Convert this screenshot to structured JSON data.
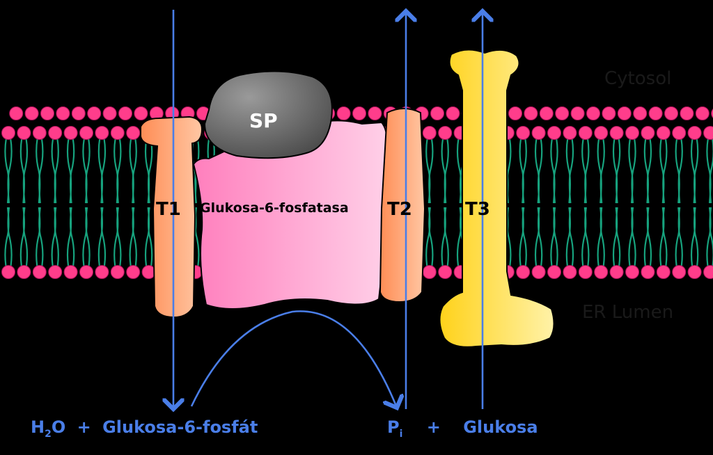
{
  "labels": {
    "sp": "SP",
    "enzyme": "Glukosa-6-fosfatasa",
    "t1": "T1",
    "t2": "T2",
    "t3": "T3",
    "cytosol": "Cytosol",
    "er_lumen": "ER Lumen"
  },
  "equation": {
    "h": "H",
    "h_sub": "2",
    "o": "O",
    "plus1": "+",
    "substrate": "Glukosa-6-fosfát",
    "p": "P",
    "p_sub": "i",
    "plus2": "+",
    "product": "Glukosa"
  },
  "colors": {
    "background": "#000000",
    "lipid_head": "#ff3d8b",
    "lipid_tail": "#17a37e",
    "transporter": "#f59a66",
    "enzyme": "#ff8fc6",
    "sp": "#6e6e6e",
    "t3": "#ffd23a",
    "arrow": "#4a7ee8"
  }
}
